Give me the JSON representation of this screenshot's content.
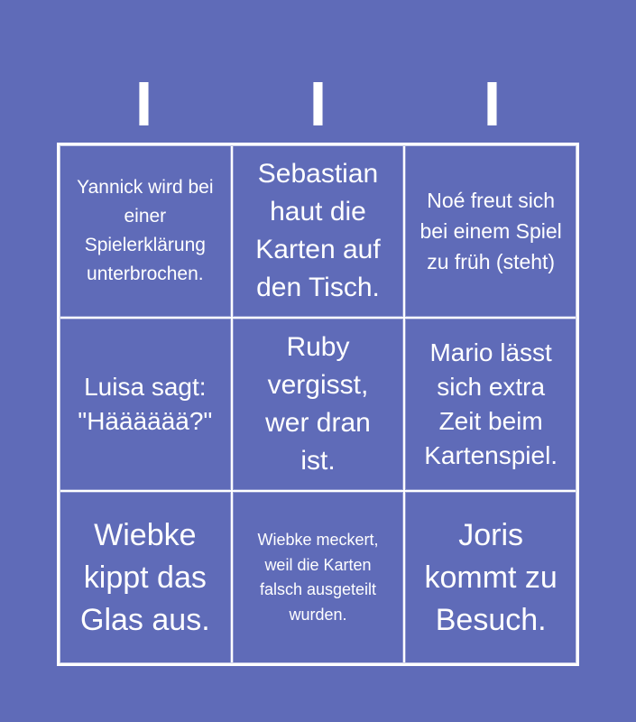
{
  "header": {
    "letters": [
      "I",
      "I",
      "I"
    ]
  },
  "board": {
    "background_color": "#5f6bb8",
    "line_color": "#ffffff",
    "cells": [
      {
        "text": "Yannick wird bei einer Spielerklärung unterbrochen."
      },
      {
        "text": "Sebastian haut die Karten auf den Tisch."
      },
      {
        "text": "Noé freut sich bei einem Spiel zu früh (steht)"
      },
      {
        "text": "Luisa sagt: \"Hääääää?\""
      },
      {
        "text": "Ruby vergisst, wer dran ist."
      },
      {
        "text": "Mario lässt sich extra Zeit beim Kartenspiel."
      },
      {
        "text": "Wiebke kippt das Glas aus."
      },
      {
        "text": "Wiebke meckert, weil die Karten falsch ausgeteilt wurden."
      },
      {
        "text": "Joris kommt zu Besuch."
      }
    ]
  }
}
